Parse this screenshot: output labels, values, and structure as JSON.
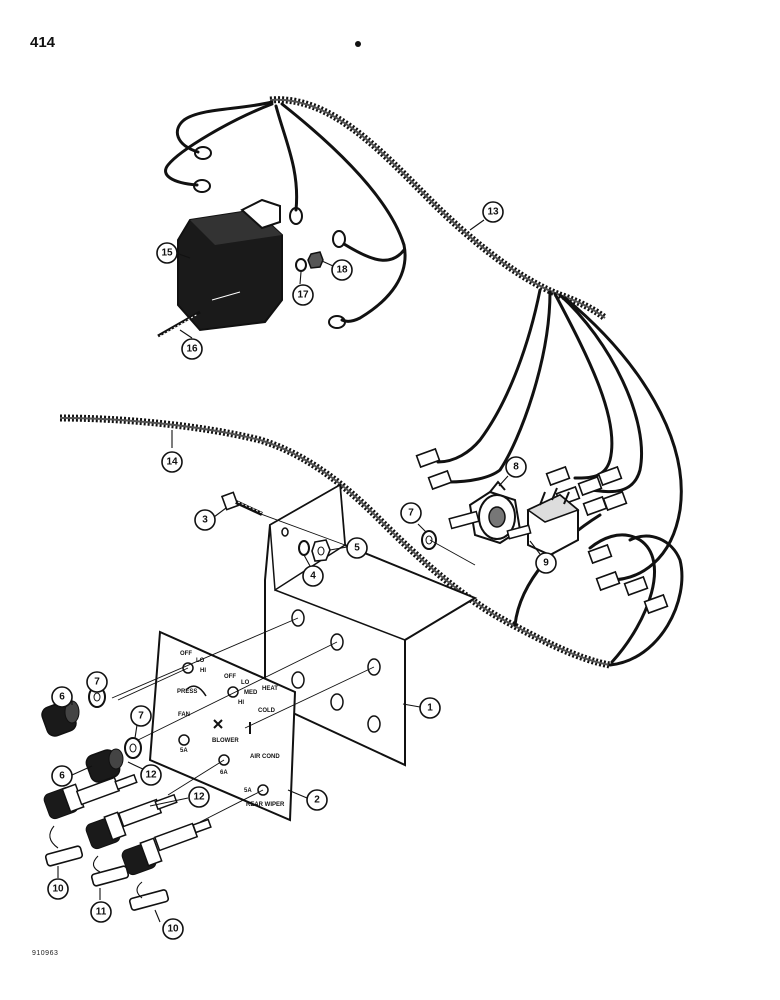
{
  "page_number": "414",
  "figure_id": "910963",
  "callouts": [
    {
      "id": "c1",
      "label": "1"
    },
    {
      "id": "c2",
      "label": "2"
    },
    {
      "id": "c3",
      "label": "3"
    },
    {
      "id": "c4",
      "label": "4"
    },
    {
      "id": "c5",
      "label": "5"
    },
    {
      "id": "c6a",
      "label": "6"
    },
    {
      "id": "c6b",
      "label": "6"
    },
    {
      "id": "c7a",
      "label": "7"
    },
    {
      "id": "c7b",
      "label": "7"
    },
    {
      "id": "c7c",
      "label": "7"
    },
    {
      "id": "c8",
      "label": "8"
    },
    {
      "id": "c9",
      "label": "9"
    },
    {
      "id": "c10a",
      "label": "10"
    },
    {
      "id": "c10b",
      "label": "10"
    },
    {
      "id": "c11",
      "label": "11"
    },
    {
      "id": "c12a",
      "label": "12"
    },
    {
      "id": "c12b",
      "label": "12"
    },
    {
      "id": "c13",
      "label": "13"
    },
    {
      "id": "c14",
      "label": "14"
    },
    {
      "id": "c15",
      "label": "15"
    },
    {
      "id": "c16",
      "label": "16"
    },
    {
      "id": "c17",
      "label": "17"
    },
    {
      "id": "c18",
      "label": "18"
    }
  ],
  "panel_labels": {
    "off1": "OFF",
    "lo": "LO",
    "hi": "HI",
    "off2": "OFF",
    "lo2": "LO",
    "med": "MED",
    "hi2": "HI",
    "press": "PRESS",
    "fan": "FAN",
    "heat": "HEAT",
    "cold": "COLD",
    "blower": "BLOWER",
    "air_cond": "AIR COND",
    "amp_a": "5A",
    "amp_b": "6A",
    "amp_c": "5A",
    "rear_wiper": "REAR WIPER"
  }
}
